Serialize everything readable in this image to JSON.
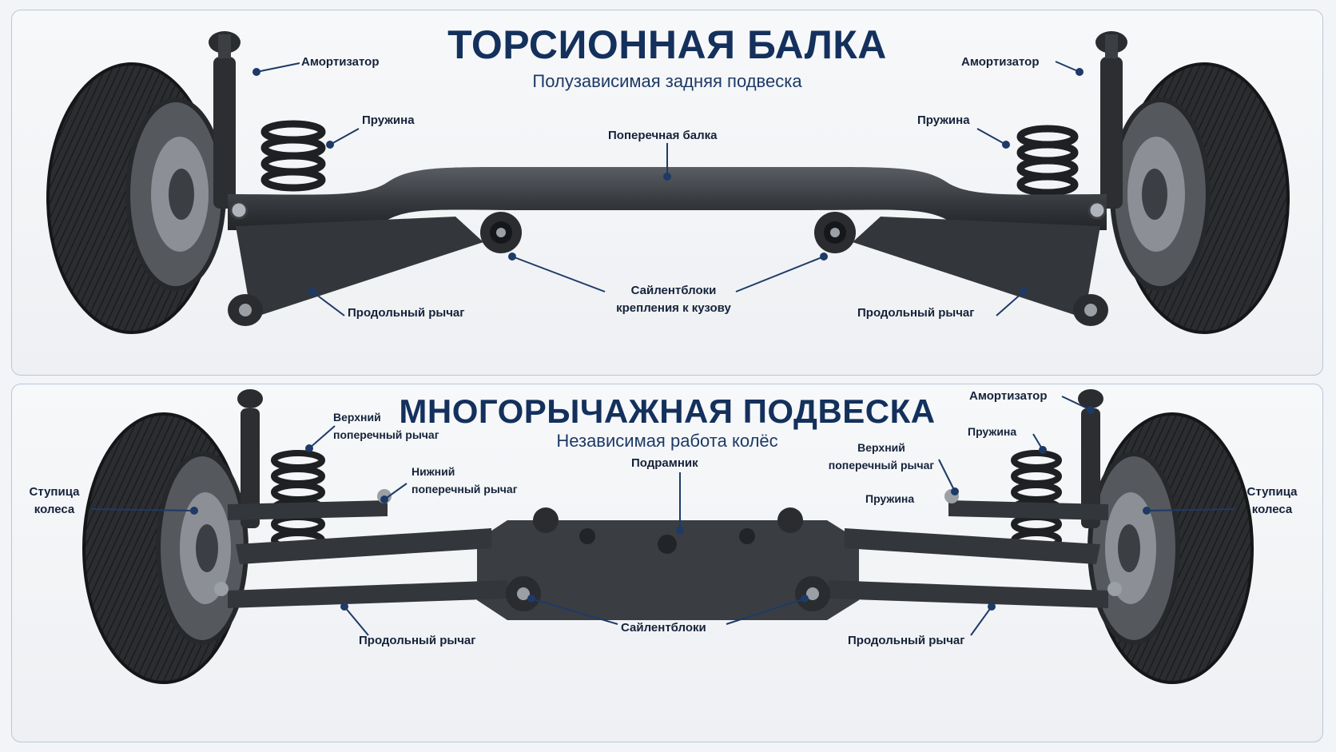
{
  "top": {
    "title": "ТОРСИОННАЯ БАЛКА",
    "subtitle": "Полузависимая задняя подвеска",
    "labels": {
      "shock_left": "Амортизатор",
      "shock_right": "Амортизатор",
      "spring_left": "Пружина",
      "spring_right": "Пружина",
      "beam": "Поперечная балка",
      "bushings_line1": "Сайлентблоки",
      "bushings_line2": "крепления к кузову",
      "trailing_left": "Продольный рычаг",
      "trailing_right": "Продольный рычаг"
    }
  },
  "bottom": {
    "title": "МНОГОРЫЧАЖНАЯ ПОДВЕСКА",
    "subtitle": "Независимая работа колёс",
    "labels": {
      "upper_left_line1": "Верхний",
      "upper_left_line2": "поперечный рычаг",
      "lower_left_line1": "Нижний",
      "lower_left_line2": "поперечный рычаг",
      "hub_left_line1": "Ступица",
      "hub_left_line2": "колеса",
      "subframe": "Подрамник",
      "shock_right": "Амортизатор",
      "spring_right": "Пружина",
      "upper_right_line1": "Верхний",
      "upper_right_line2": "поперечный рычаг",
      "spring_right_extra": "Пружина",
      "hub_right_line1": "Ступица",
      "hub_right_line2": "колеса",
      "bushings": "Сайлентблоки",
      "trailing_left": "Продольный рычаг",
      "trailing_right": "Продольный рычаг"
    }
  },
  "colors": {
    "title": "#14305c",
    "leader": "#1e3a66",
    "metal": "#3a3d42",
    "tire": "#2a2c2f"
  },
  "icons": [
    "tire-icon",
    "coil-spring-icon",
    "shock-absorber-icon",
    "bushing-icon",
    "beam-icon",
    "subframe-icon"
  ]
}
